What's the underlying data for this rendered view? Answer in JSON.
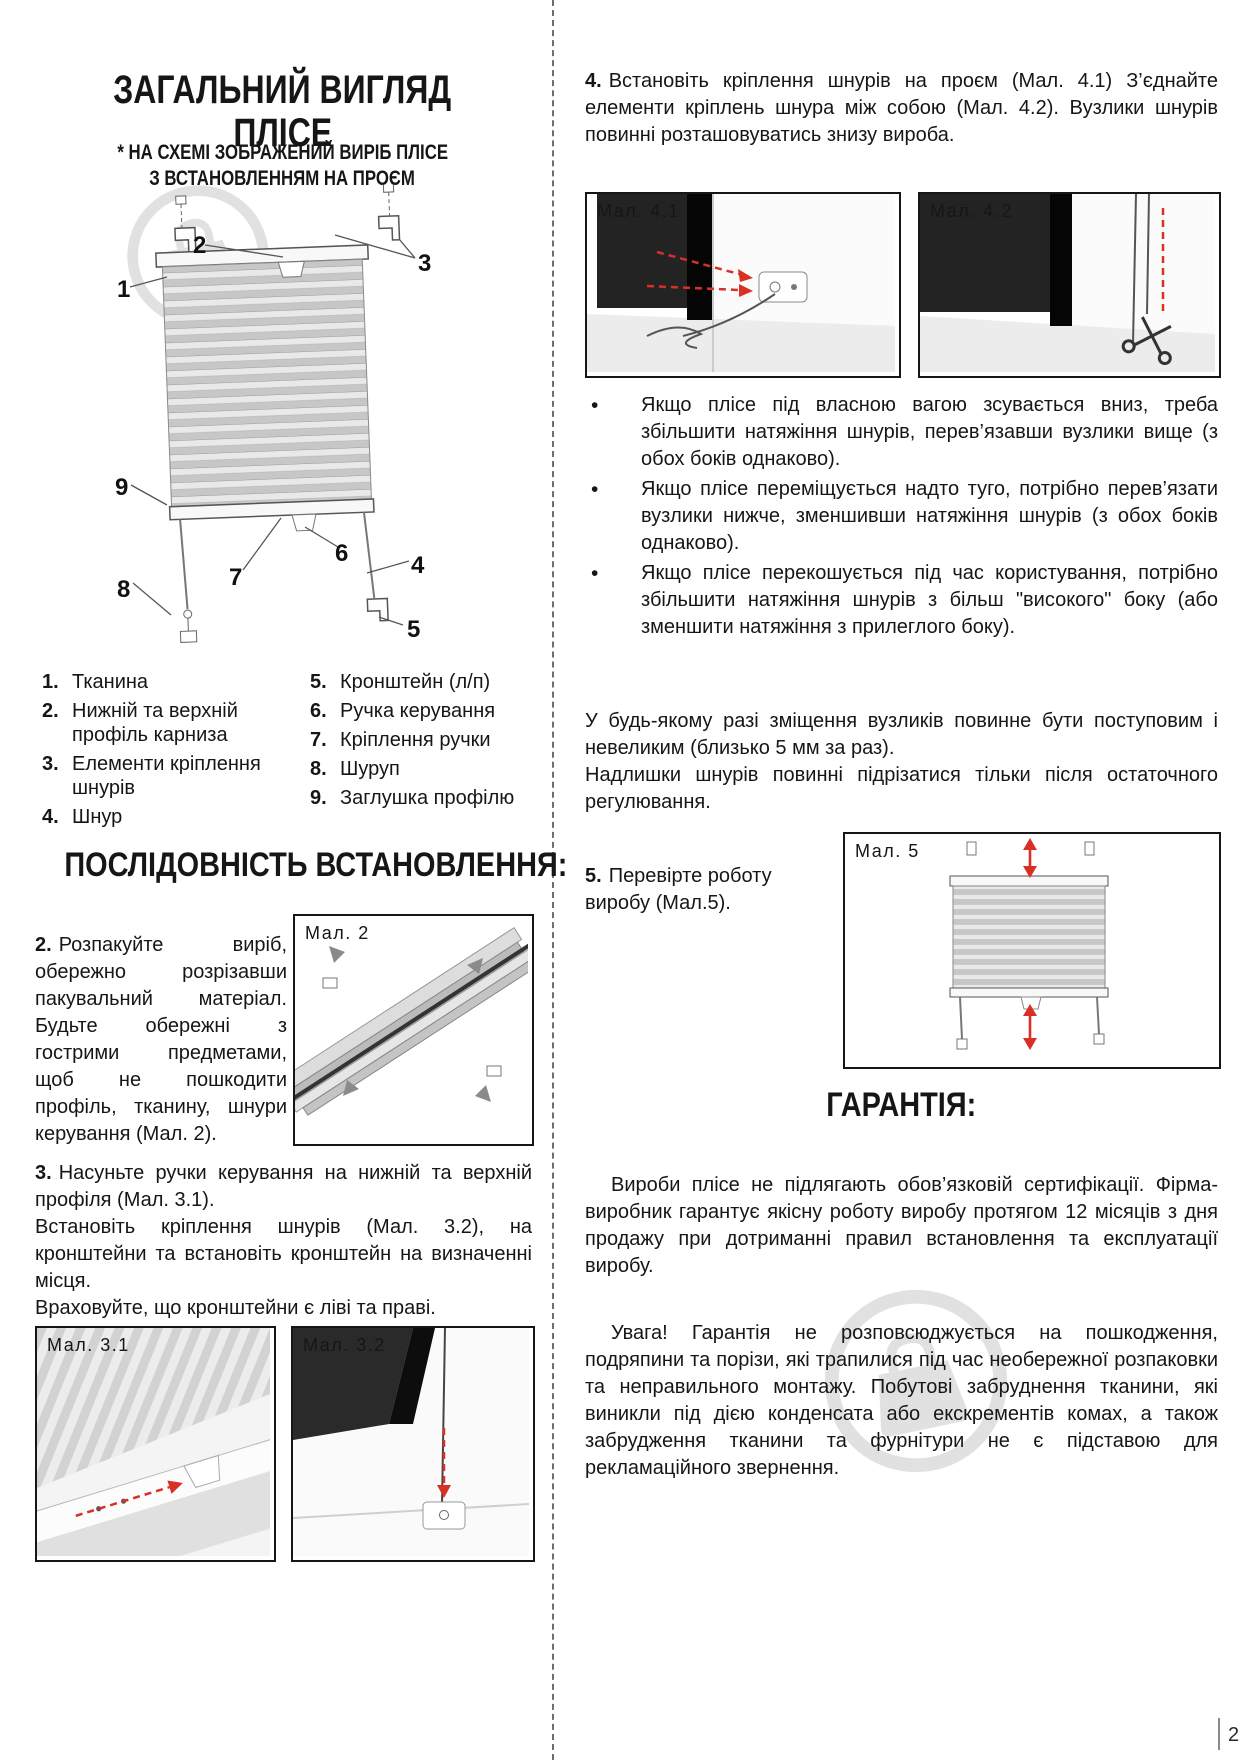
{
  "page": {
    "number": "2"
  },
  "overview": {
    "title_line1": "ЗАГАЛЬНИЙ ВИГЛЯД",
    "title_line2": "ПЛІСЕ",
    "note_line1": "* НА СХЕМІ ЗОБРАЖЕНИЙ ВИРІБ ПЛІСЕ",
    "note_line2": "З ВСТАНОВЛЕННЯМ НА ПРОЄМ",
    "callouts": [
      "1",
      "2",
      "3",
      "4",
      "5",
      "6",
      "7",
      "8",
      "9"
    ],
    "legend_left": [
      {
        "num": "1.",
        "text": "Тканина"
      },
      {
        "num": "2.",
        "text": "Нижній та верхній профіль карниза"
      },
      {
        "num": "3.",
        "text": "Елементи кріплення шнурів"
      },
      {
        "num": "4.",
        "text": "Шнур"
      }
    ],
    "legend_right": [
      {
        "num": "5.",
        "text": "Кронштейн (л/п)"
      },
      {
        "num": "6.",
        "text": "Ручка керування"
      },
      {
        "num": "7.",
        "text": "Кріплення ручки"
      },
      {
        "num": "8.",
        "text": "Шуруп"
      },
      {
        "num": "9.",
        "text": "Заглушка профілю"
      }
    ]
  },
  "install": {
    "section_title": "ПОСЛІДОВНІСТЬ ВСТАНОВЛЕННЯ:",
    "step2": {
      "num": "2.",
      "text": "Розпакуйте виріб, обережно розрізавши пакувальний матеріал. Будьте обережні з гострими предметами, щоб не пошкодити профіль, тканину, шнури керування (Мал. 2)."
    },
    "fig2_label": "Мал. 2",
    "step3": {
      "num": "3.",
      "line1": "Насуньте ручки керування на нижній та верхній профіля (Мал. 3.1).",
      "line2": "Встановіть кріплення шнурів (Мал. 3.2), на кронштейни та встановіть кронштейн на визначенні місця.",
      "line3": "Враховуйте, що кронштейни є ліві та праві."
    },
    "fig31_label": "Мал. 3.1",
    "fig32_label": "Мал. 3.2",
    "step4": {
      "num": "4.",
      "text": "Встановіть кріплення шнурів на проєм (Мал. 4.1) З’єднайте елементи кріплень шнура між собою (Мал. 4.2). Вузлики шнурів повинні розташовуватись знизу вироба."
    },
    "fig41_label": "Мал. 4.1",
    "fig42_label": "Мал. 4.2",
    "bullet_glyph": "•",
    "bullets": [
      "Якщо плісе під власною вагою зсувається вниз, треба збільшити натяжіння шнурів, перев’язавши вузлики вище (з обох боків однаково).",
      "Якщо плісе переміщується надто туго, потрібно перев’язати вузлики нижче, зменшивши натяжіння шнурів (з обох боків однаково).",
      "Якщо плісе перекошується під час користування, потрібно збільшити натяжіння шнурів з більш \"високого\" боку (або зменшити натяжіння з прилеглого боку)."
    ],
    "note_line1": "У будь-якому разі зміщення вузликів повинне бути поступовим і невеликим (близько 5 мм за раз).",
    "note_line2": "Надлишки шнурів повинні підрізатися тільки після остаточного регулювання.",
    "step5": {
      "num": "5.",
      "text": "Перевірте роботу виробу (Мал.5)."
    },
    "fig5_label": "Мал. 5"
  },
  "warranty": {
    "title": "ГАРАНТІЯ:",
    "p1": "Вироби плісе не підлягають обов’язковій сертифікації. Фірма-виробник гарантує якісну роботу виробу протягом 12 місяців з дня продажу при дотриманні правил встановлення та експлуатації виробу.",
    "p2": "Увага! Гарантія не розповсюджується на пошкодження, подряпини та порізи, які трапилися під час необережної розпаковки та неправильного монтажу. Побутові забруднення тканини, які виникли під дією конденсата або екскрементів комах, а також забрудження тканини та фурнітури не є підставою для рекламаційного звернення."
  },
  "colors": {
    "accent_red": "#d93025",
    "watermark_grey": "#c9c9c9"
  }
}
